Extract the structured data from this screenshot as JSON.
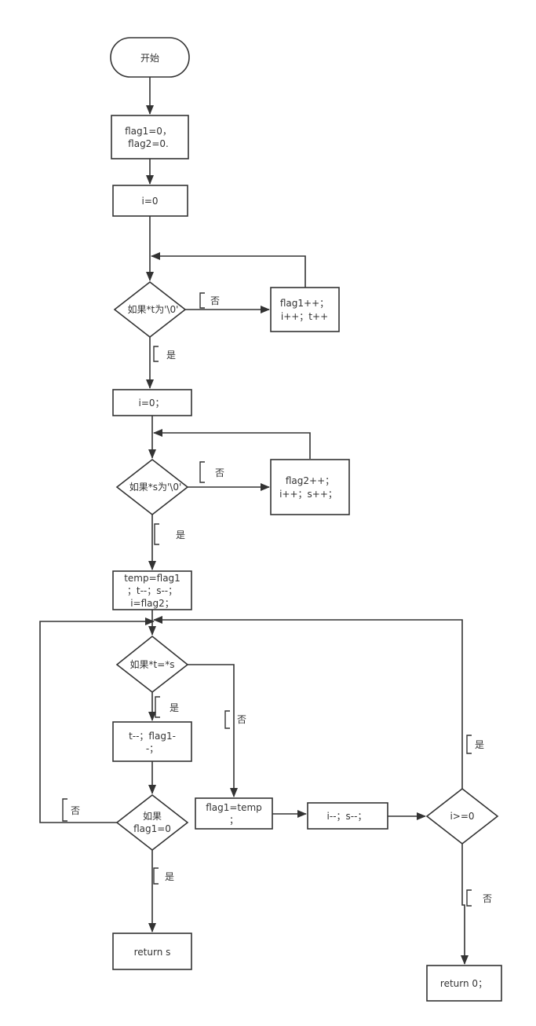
{
  "nodes": {
    "start": "开始",
    "init_flags": [
      "flag1=0，",
      "flag2=0."
    ],
    "init_i": "i=0",
    "cond_t": "如果*t为'\\0'",
    "inc_flag1": [
      "flag1++；",
      "i++；t++"
    ],
    "reset_i": "i=0；",
    "cond_s": "如果*s为'\\0'",
    "inc_flag2": [
      "flag2++；",
      "i++；s++；"
    ],
    "set_temp": [
      "temp=flag1",
      "；t--；s--；",
      "i=flag2；"
    ],
    "cond_eq": "如果*t=*s",
    "dec_t": [
      "t--；flag1-",
      "-；"
    ],
    "cond_flag1": [
      "如果",
      "flag1=0"
    ],
    "return_s": "return s",
    "reset_flag1": [
      "flag1=temp",
      "；"
    ],
    "dec_i": "i--；s--；",
    "cond_i": "i>=0",
    "return_0": "return 0；"
  },
  "edges": {
    "no": "否",
    "yes": "是"
  }
}
